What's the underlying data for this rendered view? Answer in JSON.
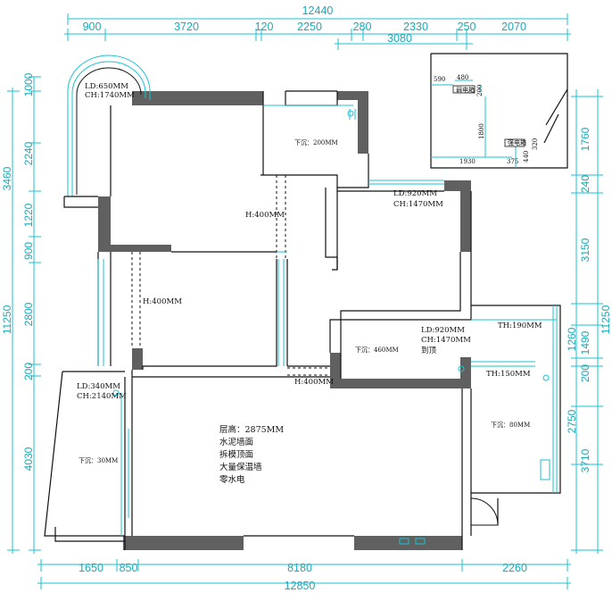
{
  "dims": {
    "top_total": "12440",
    "top_segments": [
      "900",
      "3720",
      "120",
      "2250",
      "280",
      "2330",
      "250",
      "2070"
    ],
    "top_sub": "3080",
    "bottom_segments": [
      "1650",
      "850",
      "8180",
      "2260"
    ],
    "bottom_total": "12850",
    "left_total": "11250",
    "left_segments": [
      "1000",
      "2240",
      "3460",
      "1220",
      "900",
      "2800",
      "200",
      "4030"
    ],
    "right_total": "11250",
    "right_segments": [
      "1760",
      "240",
      "3150",
      "1260",
      "1490",
      "200",
      "2750",
      "3710"
    ],
    "inset": [
      "590",
      "480",
      "200",
      "1800",
      "1930",
      "375",
      "440",
      "320"
    ]
  },
  "labels": {
    "balcony_ld": "LD:650MM",
    "balcony_ch": "CH:1740MM",
    "bath_sink": "下沉：200MM",
    "h1": "H:400MM",
    "h2": "H:400MM",
    "h3": "H:400MM",
    "win2_ld": "LD:920MM",
    "win2_ch": "CH:1470MM",
    "win3_ld": "LD:920MM",
    "win3_ch": "CH:1470MM",
    "win3_top": "到顶",
    "sink460": "下沉：460MM",
    "th190": "TH:190MM",
    "th150": "TH:150MM",
    "sink80": "下沉：80MM",
    "win4_ld": "LD:340MM",
    "win4_ch": "CH:2140MM",
    "sink30": "下沉：30MM",
    "notes": [
      "层高：2875MM",
      "水泥墙面",
      "拆模顶面",
      "大量保温墙",
      "零水电"
    ],
    "inset_box1": "弱电箱",
    "inset_box2": "强电箱"
  }
}
